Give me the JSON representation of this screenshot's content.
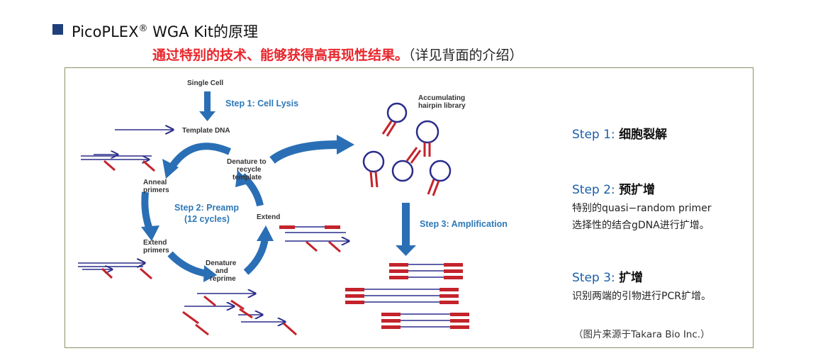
{
  "header": {
    "title_main": "PicoPLEX",
    "title_reg": "®",
    "title_rest": " WGA  Kit的原理",
    "subtitle_red": "通过特别的技术、能够获得高再现性结果。",
    "subtitle_note": "（详见背面的介绍）"
  },
  "diagram": {
    "labels": {
      "single_cell": "Single Cell",
      "step1": "Step 1: Cell Lysis",
      "template_dna": "Template DNA",
      "denature_recycle": [
        "Denature to",
        "recycle",
        "template"
      ],
      "anneal": [
        "Anneal",
        "primers"
      ],
      "step2": [
        "Step 2: Preamp",
        "(12 cycles)"
      ],
      "extend_right": "Extend",
      "extend_left": [
        "Extend",
        "primers"
      ],
      "denature_reprime": [
        "Denature",
        "and",
        "reprime"
      ],
      "accumulating": [
        "Accumulating",
        "hairpin library"
      ],
      "step3": "Step 3: Amplification"
    },
    "colors": {
      "arrow_blue": "#2a6fb5",
      "strand_navy": "#2b2d8c",
      "primer_red": "#c4232b"
    }
  },
  "side": {
    "step1_label": "Step  1:",
    "step1_name": "细胞裂解",
    "step2_label": "Step  2:",
    "step2_name": "预扩增",
    "step2_desc_1": "特别的quasi−random  primer",
    "step2_desc_2": "选择性的结合gDNA进行扩增。",
    "step3_label": "Step  3:",
    "step3_name": "扩增",
    "step3_desc": "识别两端的引物进行PCR扩增。",
    "source": "（图片来源于Takara  Bio  Inc.）"
  }
}
